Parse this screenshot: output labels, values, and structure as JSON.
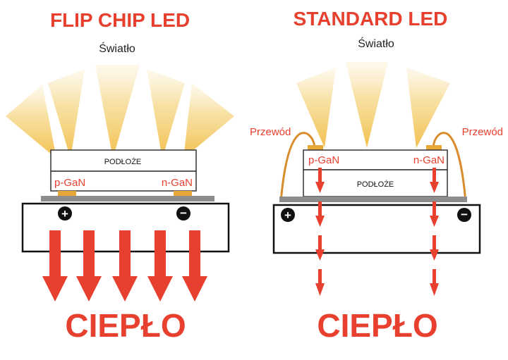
{
  "left": {
    "title": "FLIP CHIP LED",
    "light_label": "Światło",
    "substrate_label": "PODŁOŻE",
    "p_label": "p-GaN",
    "n_label": "n-GaN",
    "plus": "+",
    "minus": "−",
    "heat_label": "CIEPŁO"
  },
  "right": {
    "title": "STANDARD LED",
    "light_label": "Światło",
    "wire_left_label": "Przewód",
    "wire_right_label": "Przewód",
    "p_label": "p-GaN",
    "n_label": "n-GaN",
    "substrate_label": "PODŁOŻE",
    "plus": "+",
    "minus": "−",
    "heat_label": "CIEPŁO"
  },
  "colors": {
    "accent_red": "#e8402e",
    "light_yellow": "#f4c95d",
    "pad_orange": "#e9a73a",
    "wire_orange": "#d98c2b",
    "base_gray": "#8c8c8c"
  }
}
